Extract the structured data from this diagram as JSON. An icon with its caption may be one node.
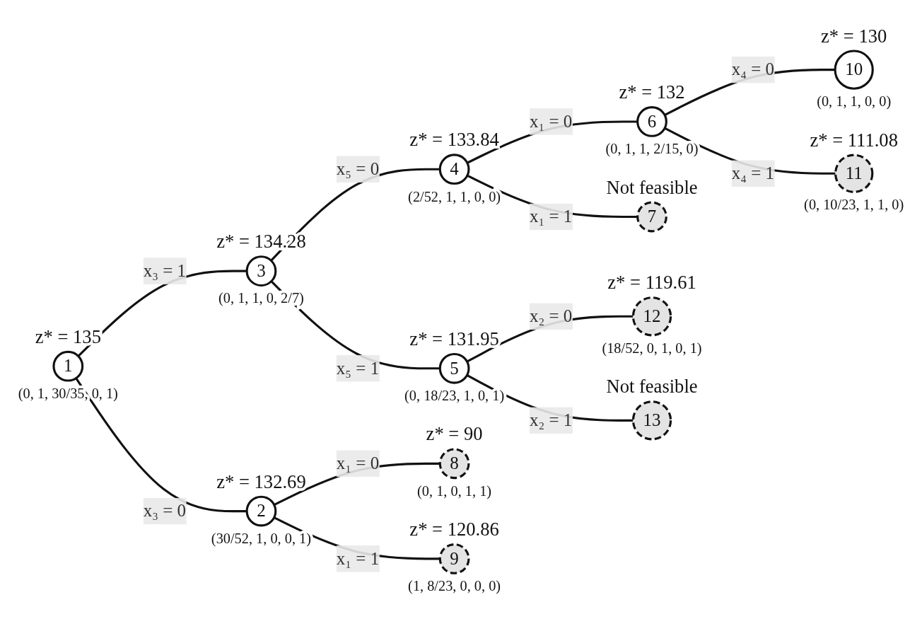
{
  "diagram": {
    "nodes": [
      {
        "text": [
          "1"
        ],
        "beside": [
          "z* = 135",
          "(0, 1, 30/35, 0, 1)"
        ]
      },
      {
        "text": [
          "2"
        ],
        "beside": [
          "z* = 132.69",
          "(30/52, 1, 0, 0, 1)"
        ]
      },
      {
        "text": [
          "3"
        ],
        "beside": [
          "z* = 134.28",
          "(0, 1, 1, 0, 2/7)"
        ]
      },
      {
        "text": [
          "4"
        ],
        "beside": [
          "z* = 133.84",
          "(2/52, 1, 1, 0, 0)"
        ]
      },
      {
        "text": [
          "5"
        ],
        "beside": [
          "z* = 131.95",
          "(0, 18/23, 1, 0, 1)"
        ]
      },
      {
        "text": [
          "6"
        ],
        "beside": [
          "z* = 132",
          "(0, 1, 1, 2/15, 0)"
        ]
      },
      {
        "text": [
          "7"
        ],
        "beside": [
          "Not feasible"
        ]
      },
      {
        "text": [
          "8"
        ],
        "beside": [
          "z* = 90",
          "(0, 1, 0, 1, 1)"
        ]
      },
      {
        "text": [
          "9"
        ],
        "beside": [
          "z* = 120.86",
          "(1, 8/23, 0, 0, 0)"
        ]
      },
      {
        "text": [
          "10"
        ],
        "beside": [
          "z* = 130",
          "(0, 1, 1, 0, 0)"
        ]
      },
      {
        "text": [
          "11"
        ],
        "beside": [
          "z* = 111.08",
          "(0, 10/23, 1, 1, 0)"
        ]
      },
      {
        "text": [
          "12"
        ],
        "beside": [
          "z* = 119.61",
          "(18/52, 0, 1, 0, 1)"
        ]
      },
      {
        "text": [
          "13"
        ],
        "beside": [
          "Not feasible"
        ]
      }
    ],
    "edges": [
      {
        "from": 0,
        "to": 1,
        "arrow": "none",
        "label": "x₃ = 0"
      },
      {
        "from": 0,
        "to": 2,
        "arrow": "none",
        "label": "x₃ = 1"
      },
      {
        "from": 1,
        "to": 7,
        "arrow": "none",
        "label": "x₁ = 0"
      },
      {
        "from": 1,
        "to": 8,
        "arrow": "none",
        "label": "x₁ = 1"
      },
      {
        "from": 2,
        "to": 3,
        "arrow": "none",
        "label": "x₅ = 0"
      },
      {
        "from": 2,
        "to": 4,
        "arrow": "none",
        "label": "x₅ = 1"
      },
      {
        "from": 3,
        "to": 5,
        "arrow": "none",
        "label": "x₁ = 0"
      },
      {
        "from": 3,
        "to": 6,
        "arrow": "none",
        "label": "x₁ = 1"
      },
      {
        "from": 5,
        "to": 9,
        "arrow": "none",
        "label": "x₄ = 0"
      },
      {
        "from": 5,
        "to": 10,
        "arrow": "none",
        "label": "x₄ = 1"
      },
      {
        "from": 4,
        "to": 11,
        "arrow": "none",
        "label": "x₂ = 0"
      },
      {
        "from": 4,
        "to": 12,
        "arrow": "none",
        "label": "x₂ = 1"
      }
    ]
  }
}
